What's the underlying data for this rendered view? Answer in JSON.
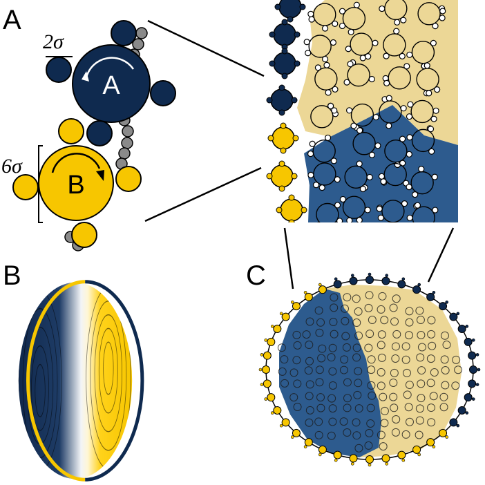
{
  "panels": {
    "a": {
      "label": "A"
    },
    "b": {
      "label": "B"
    },
    "c": {
      "label": "C"
    }
  },
  "particles": {
    "a": {
      "label": "A",
      "color": "#0f2a4f"
    },
    "b": {
      "label": "B",
      "color": "#f7c600"
    }
  },
  "annotations": {
    "small_size": "2σ",
    "large_size": "6σ"
  },
  "colors": {
    "navy": "#0f2a4f",
    "gold": "#f7c600",
    "blue_domain": "#2d5b8e",
    "cream_domain": "#ecd796",
    "linker": "#8a8a8a"
  }
}
